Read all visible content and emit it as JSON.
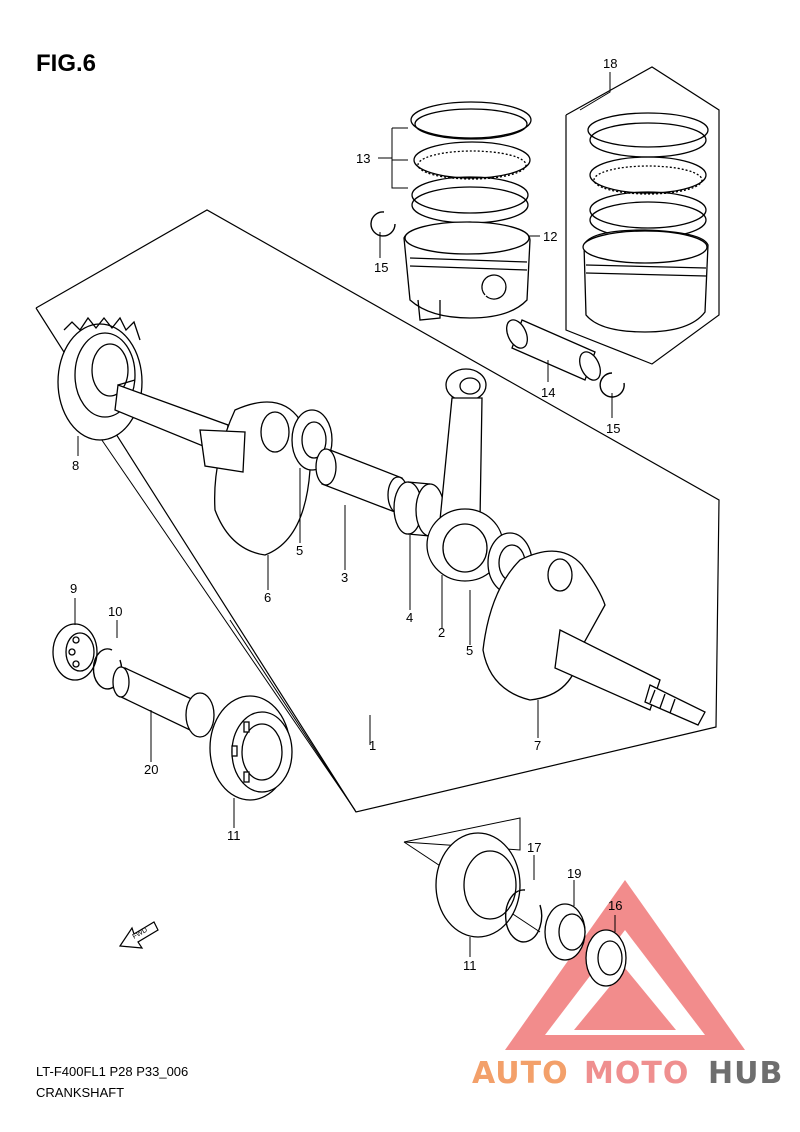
{
  "figure": {
    "title": "FIG.6",
    "model_code": "LT-F400FL1 P28 P33_006",
    "assembly_name": "CRANKSHAFT"
  },
  "callouts": {
    "c1": "1",
    "c2": "2",
    "c3": "3",
    "c4": "4",
    "c5a": "5",
    "c5b": "5",
    "c6": "6",
    "c7": "7",
    "c8": "8",
    "c9": "9",
    "c10": "10",
    "c11a": "11",
    "c11b": "11",
    "c12": "12",
    "c13": "13",
    "c14": "14",
    "c15a": "15",
    "c15b": "15",
    "c16": "16",
    "c17": "17",
    "c18": "18",
    "c19": "19",
    "c20": "20"
  },
  "fwd_label": "FWD",
  "watermark": {
    "part1": "AUTO",
    "part2": "MOTO",
    "part3": "HUB",
    "colors": {
      "orange": "#f3a06a",
      "pink": "#ef8f8f",
      "gray": "#6e6e6e",
      "triangle": "#f07878"
    }
  }
}
